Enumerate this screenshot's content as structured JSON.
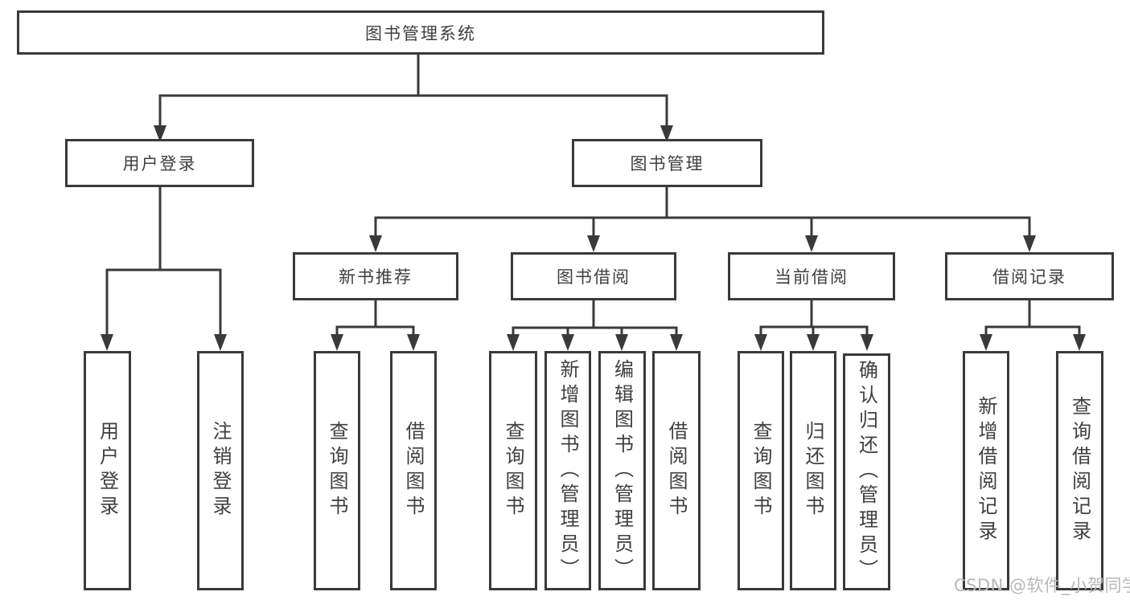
{
  "tree": {
    "root": "图书管理系统",
    "login": {
      "label": "用户登录",
      "children": [
        "用户登录",
        "注销登录"
      ]
    },
    "manage": {
      "label": "图书管理",
      "children": [
        {
          "label": "新书推荐",
          "children": [
            "查询图书",
            "借阅图书"
          ]
        },
        {
          "label": "图书借阅",
          "children": [
            "查询图书",
            "新增图书（管理员）",
            "编辑图书（管理员）",
            "借阅图书"
          ]
        },
        {
          "label": "当前借阅",
          "children": [
            "查询图书",
            "归还图书",
            "确认归还（管理员）"
          ]
        },
        {
          "label": "借阅记录",
          "children": [
            "新增借阅记录",
            "查询借阅记录"
          ]
        }
      ]
    }
  },
  "watermark": "CSDN @软件_小贺同学",
  "colors": {
    "line": "#3a3a3a",
    "box_border": "#3a3a3a",
    "text": "#3f3f3f",
    "watermark": "#b9b9b9",
    "background": "#ffffff"
  }
}
